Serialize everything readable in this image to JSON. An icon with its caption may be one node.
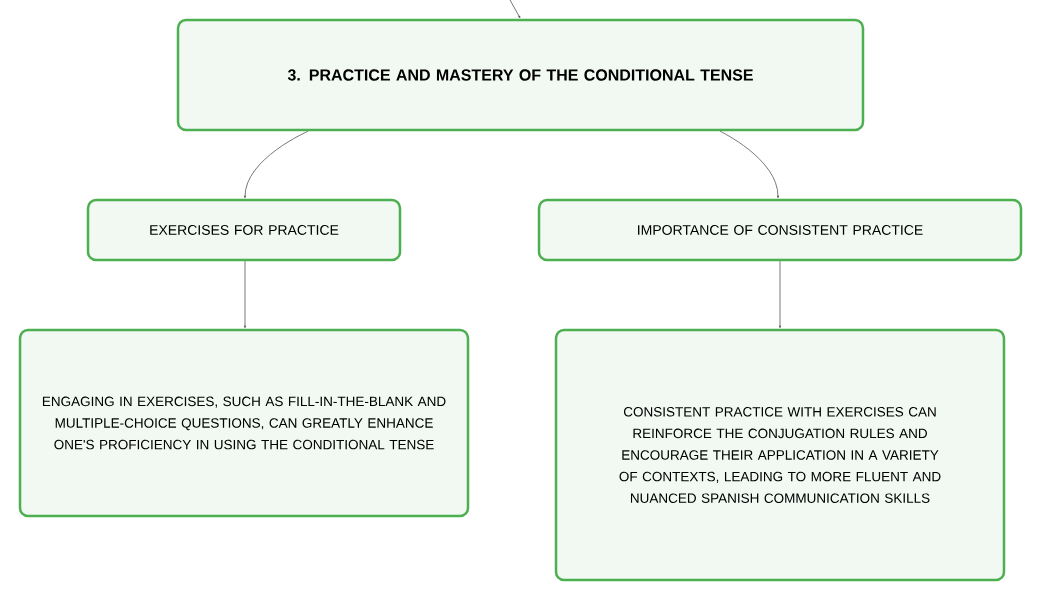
{
  "diagram": {
    "nodes": [
      {
        "text": [
          "3. PRACTICE AND MASTERY OF THE CONDITIONAL TENSE"
        ]
      },
      {
        "text": [
          "EXERCISES FOR PRACTICE"
        ]
      },
      {
        "text": [
          "IMPORTANCE OF CONSISTENT PRACTICE"
        ]
      },
      {
        "text": [
          "ENGAGING IN EXERCISES, SUCH AS FILL-IN-THE-BLANK AND MULTIPLE-CHOICE QUESTIONS, CAN GREATLY ENHANCE ONE'S PROFICIENCY IN USING THE CONDITIONAL TENSE"
        ]
      },
      {
        "text": [
          "CONSISTENT PRACTICE WITH EXERCISES CAN REINFORCE THE CONJUGATION RULES AND ENCOURAGE THEIR APPLICATION IN A VARIETY OF CONTEXTS, LEADING TO MORE FLUENT AND NUANCED SPANISH COMMUNICATION SKILLS"
        ]
      }
    ],
    "edges": [
      {
        "from": null,
        "to": 0,
        "arrow": "to"
      },
      {
        "from": 0,
        "to": 1,
        "arrow": "to"
      },
      {
        "from": 0,
        "to": 2,
        "arrow": "to"
      },
      {
        "from": 1,
        "to": 3,
        "arrow": "to"
      },
      {
        "from": 2,
        "to": 4,
        "arrow": "to"
      }
    ]
  }
}
